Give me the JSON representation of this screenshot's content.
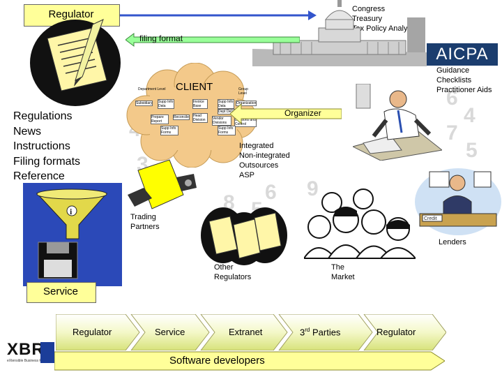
{
  "top": {
    "regulator_label": "Regulator",
    "filing_format_label": "filing format",
    "congress_lines": [
      "Congress",
      "Treasury",
      "Tax Policy Analysts"
    ]
  },
  "aicpa": {
    "logo_text": "AICPA",
    "lines": [
      "Guidance",
      "Checklists",
      "Practitioner Aids"
    ]
  },
  "client": {
    "label": "CLIENT",
    "chart_boxes": [
      "Department Level",
      "Group Level",
      "Supp Info Data",
      "Subsidiary",
      "Invoice Base",
      "Supp Info Data",
      "Organization",
      "Dept Detail",
      "Prepare Report",
      "Reconcile",
      "Head Division",
      "Vendor Divisions",
      "Maintain Divisions and Control",
      "Supp Info Forms",
      "Supp Info Forms"
    ]
  },
  "organizer_label": "Organizer",
  "integrated_lines": [
    "Integrated",
    "Non-integrated",
    "Outsources",
    "ASP"
  ],
  "left_list": [
    "Regulations",
    "News",
    "Instructions",
    "Filing formats",
    "Reference"
  ],
  "trading_partners_lines": [
    "Trading",
    "Partners"
  ],
  "lenders_label": "Lenders",
  "other_regulators_lines": [
    "Other",
    "Regulators"
  ],
  "market_lines": [
    "The",
    "Market"
  ],
  "service_label": "Service",
  "bottom_chain": {
    "items": [
      "Regulator",
      "Service",
      "Extranet",
      "3",
      "Regulator"
    ],
    "third_parties_sup": "rd",
    "third_parties_rest": " Parties",
    "software_label": "Software developers"
  },
  "xbrl": {
    "logo_text": "XBR",
    "tagline": "eXtensible Business Rep"
  },
  "colors": {
    "yellow": "#ffff99",
    "green_arrow": "#99ff99",
    "cloud": "#f3c98a",
    "blue": "#3355cc"
  }
}
